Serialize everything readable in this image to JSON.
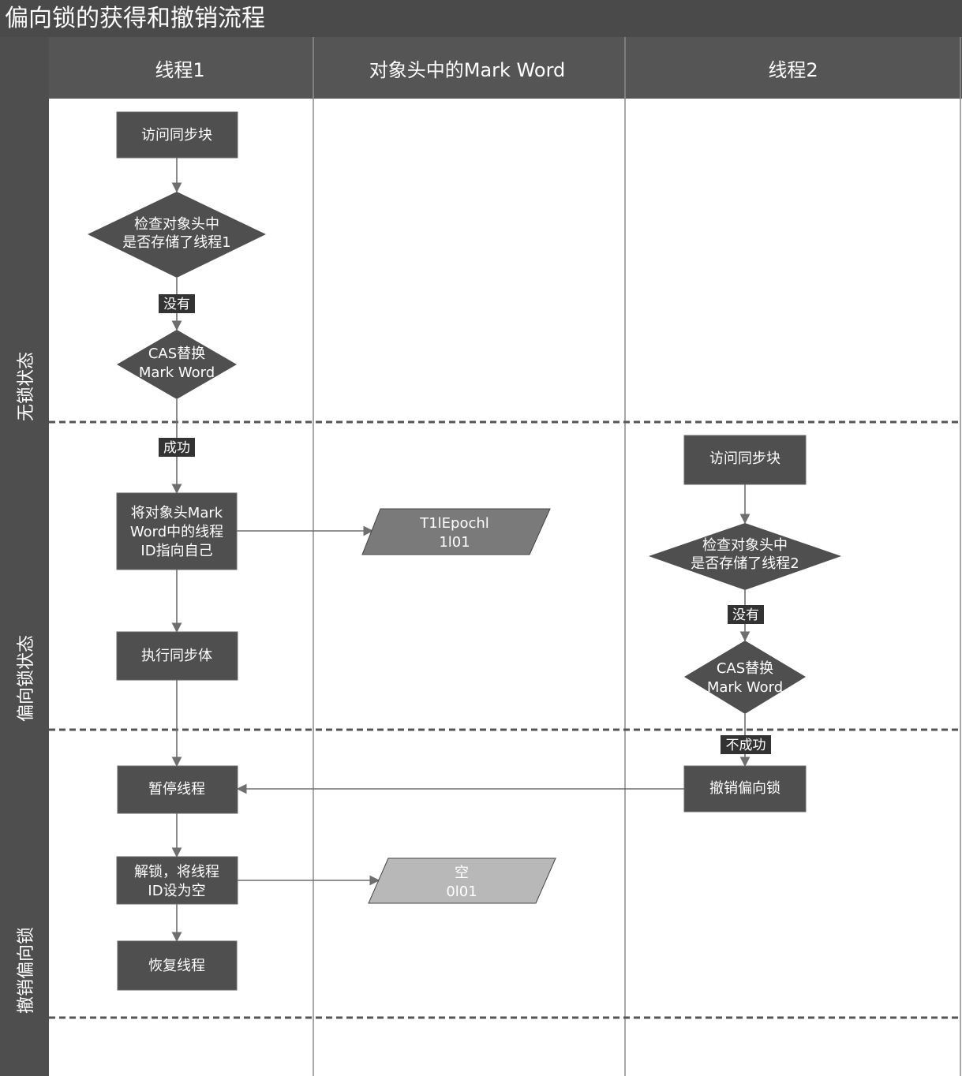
{
  "title": "偏向锁的获得和撤销流程",
  "lanes": [
    "线程1",
    "对象头中的Mark Word",
    "线程2"
  ],
  "stages": [
    "无锁状态",
    "偏向锁状态",
    "撤销偏向锁"
  ],
  "thread1": {
    "access": "访问同步块",
    "check": [
      "检查对象头中",
      "是否存储了线程1"
    ],
    "no_label": "没有",
    "cas": [
      "CAS替换",
      "Mark Word"
    ],
    "success_label": "成功",
    "set_id": [
      "将对象头Mark",
      "Word中的线程",
      "ID指向自己"
    ],
    "execute": "执行同步体",
    "pause": "暂停线程",
    "unlock": [
      "解锁，将线程",
      "ID设为空"
    ],
    "resume": "恢复线程"
  },
  "markword": {
    "biased": [
      "T1lEpochl",
      "1l01"
    ],
    "empty": [
      "空",
      "0l01"
    ]
  },
  "thread2": {
    "access": "访问同步块",
    "check": [
      "检查对象头中",
      "是否存储了线程2"
    ],
    "no_label": "没有",
    "cas": [
      "CAS替换",
      "Mark Word"
    ],
    "fail_label": "不成功",
    "revoke": "撤销偏向锁"
  },
  "colors": {
    "node_fill": "#4f4f4f",
    "header_fill": "#555555",
    "parallelogram_dark": "#7a7a7a",
    "parallelogram_light": "#b8b8b8"
  }
}
